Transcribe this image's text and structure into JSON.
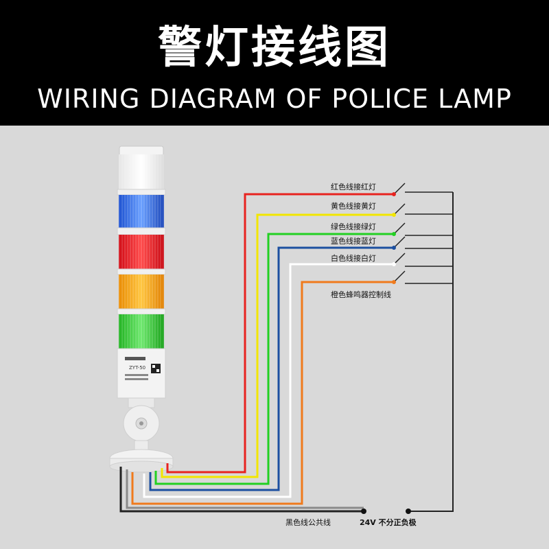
{
  "header": {
    "title_cn": "警灯接线图",
    "title_en": "WIRING DIAGRAM OF POLICE LAMP"
  },
  "lamp": {
    "brand": "ZYT-50",
    "tiers": [
      "white",
      "blue",
      "red",
      "orange",
      "green"
    ]
  },
  "wires": [
    {
      "label": "红色线接红灯",
      "color": "#e8231f"
    },
    {
      "label": "黄色线接黄灯",
      "color": "#f2e600"
    },
    {
      "label": "绿色线接绿灯",
      "color": "#22d022"
    },
    {
      "label": "蓝色线接蓝灯",
      "color": "#1c4fa0"
    },
    {
      "label": "白色线接白灯",
      "color": "#ffffff"
    },
    {
      "label": "橙色蜂鸣器控制线",
      "color": "#f07a1c"
    }
  ],
  "bottom": {
    "common_label": "黑色线公共线",
    "power_label": "24V 不分正负极"
  }
}
